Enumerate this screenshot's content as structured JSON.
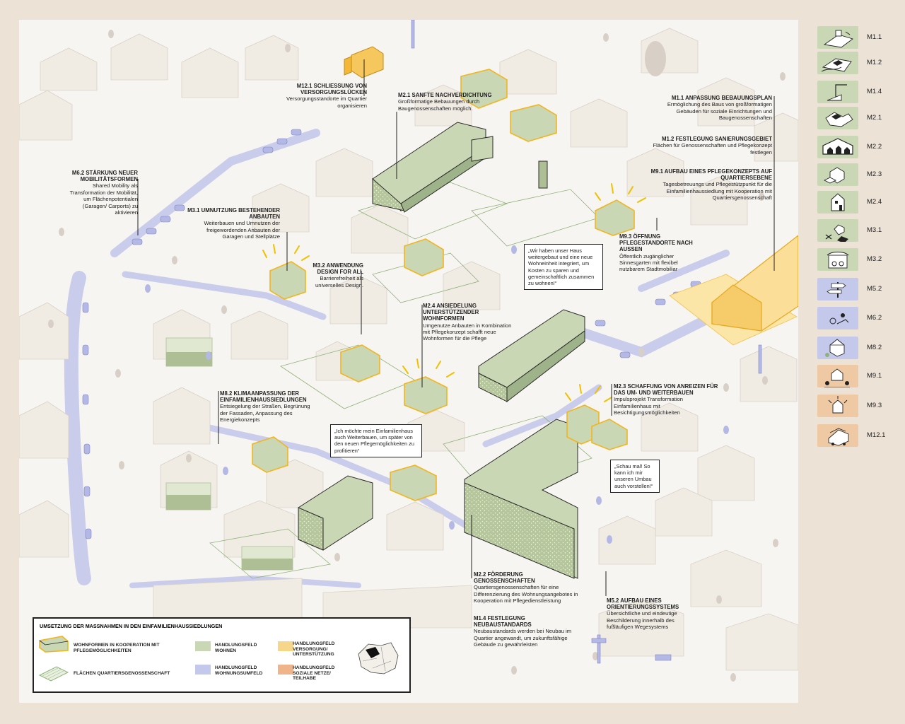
{
  "colors": {
    "background": "#ece3d6",
    "map_background": "#f7f5f1",
    "green": "#c9d7b4",
    "green_dark": "#9fb38a",
    "purple": "#c4c8ea",
    "yellow": "#f6d78a",
    "orange": "#efb48a",
    "outline_yellow": "#f2b51e"
  },
  "annotations": {
    "m12_1": {
      "title": "M12.1 SCHLIEßUNG VON VERSORGUNGSLÜCKEN",
      "body": "Versorgungsstandorte im Quartier organisieren"
    },
    "m2_1": {
      "title": "M2.1 SANFTE NACHVERDICHTUNG",
      "body": "Großformatige Bebauungen durch Baugenossenschaften möglich."
    },
    "m1_1": {
      "title": "M1.1 ANPASSUNG BEBAUUNGSPLAN",
      "body": "Ermöglichung des Baus von großformatigen Gebäuden für soziale Einrichtungen und Baugenossenschaften"
    },
    "m1_2": {
      "title": "M1.2 FESTLEGUNG SANIERUNGSGEBIET",
      "body": "Flächen für Genossenschaften und Pflegekonzept festlegen"
    },
    "m9_1": {
      "title": "M9.1 AUFBAU EINES PFLEGEKONZEPTS AUF QUARTIERSEBENE",
      "body": "Tagesbetreuungs und Pflegestützpunkt für die Einfamilienhaussiedlung mit Kooperation mit Quartiersgenossenschaft"
    },
    "m6_2": {
      "title": "M6.2 STÄRKUNG NEUER MOBILITÄTSFORMEN",
      "body": "Shared Mobility als Transformation der Mobilität, um Flächenpotentialen (Garagen/ Carports) zu aktivieren"
    },
    "m3_1": {
      "title": "M3.1 UMNUTZUNG BESTEHENDER ANBAUTEN",
      "body": "Weiterbauen und Umnutzen der freigewordenden Anbauten der Garagen und Stellplätze"
    },
    "m3_2": {
      "title": "M3.2 ANWENDUNG DESIGN FOR ALL",
      "body": "Barrierefreiheit als universelles Design."
    },
    "m9_3": {
      "title": "M9.3 ÖFFNUNG PFLEGESTANDORTE NACH AUSSEN",
      "body": "Öffentlich zugänglicher Sinnesgarten mit flexibel nutzbarem Stadtmobiliar"
    },
    "m2_4": {
      "title": "M2.4 ANSIEDELUNG UNTERSTÜTZENDER WOHNFORMEN",
      "body": "Umgenutze Anbauten in Kombination mit Pflegekonzept schafft neue Wohnformen für die Pflege"
    },
    "m8_2": {
      "title": "M8.2 KLIMAANPASSUNG DER EINFAMILIENHAUSSIEDLUNGEN",
      "body": "Entsiegelung der Straßen, Begrünung der Fassaden, Anpassung des Energiekonzepts"
    },
    "m2_3": {
      "title": "M2.3 SCHAFFUNG VON ANREIZEN FÜR DAS UM- UND WEITERBAUEN",
      "body": "Impulsprojekt Transformation Einfamilienhaus mit Besichtigungsmöglichkeiten"
    },
    "m2_2": {
      "title": "M2.2 FÖRDERUNG GENOSSENSCHAFTEN",
      "body": "Quartiersgenossenschaften für eine Differenzierung des Wohnungsangebotes in Kooperation mit Pflegedienstleistung"
    },
    "m1_4": {
      "title": "M1.4 FESTLEGUNG NEUBAUSTANDARDS",
      "body": "Neubaustandards werden bei Neubau im Quartier angewandt, um zukunftsfähige Gebäude zu gewährleisten"
    },
    "m5_2": {
      "title": "M5.2 AUFBAU EINES ORIENTIERUNGSSYSTEMS",
      "body": "Übersichtliche und eindeutige Beschilderung innerhalb des fußläufigen Wegesystems"
    }
  },
  "bubbles": {
    "b1": "„Wir haben unser Haus weitergebaut und eine neue Wohneinheit integriert, um Kosten zu sparen und gemeinschaftlich zusammen zu wohnen!“",
    "b2": "„Ich möchte mein Einfamilienhaus auch Weiterbauen, um später von den neuen Pflegemöglichkeiten zu profitieren“",
    "b3": "„Schau mal! So kann ich mir unseren Umbau auch vorstellen!“"
  },
  "sidebar": [
    {
      "label": "M1.1",
      "icon": "masterplan-icon",
      "color": "green"
    },
    {
      "label": "M1.2",
      "icon": "district-plan-icon",
      "color": "green"
    },
    {
      "label": "M1.4",
      "icon": "crane-icon",
      "color": "green"
    },
    {
      "label": "M2.1",
      "icon": "densification-icon",
      "color": "green"
    },
    {
      "label": "M2.2",
      "icon": "cooperative-icon",
      "color": "green"
    },
    {
      "label": "M2.3",
      "icon": "house-extension-icon",
      "color": "green"
    },
    {
      "label": "M2.4",
      "icon": "housing-form-icon",
      "color": "green"
    },
    {
      "label": "M3.1",
      "icon": "garage-conversion-icon",
      "color": "green"
    },
    {
      "label": "M3.2",
      "icon": "design-for-all-icon",
      "color": "green"
    },
    {
      "label": "M5.2",
      "icon": "signpost-icon",
      "color": "purple"
    },
    {
      "label": "M6.2",
      "icon": "shared-mobility-icon",
      "color": "purple"
    },
    {
      "label": "M8.2",
      "icon": "climate-house-icon",
      "color": "purple"
    },
    {
      "label": "M9.1",
      "icon": "care-concept-icon",
      "color": "orange"
    },
    {
      "label": "M9.3",
      "icon": "care-opening-icon",
      "color": "orange"
    },
    {
      "label": "M12.1",
      "icon": "supply-truck-icon",
      "color": "orange"
    }
  ],
  "legend": {
    "title": "UMSETZUNG DER MASSNAHMEN IN DEN EINFAMILIENHAUSSIEDLUNGEN",
    "items": [
      {
        "label": "WOHNFORMEN IN KOOPERATION MIT PFLEGEMÖGLICHKEITEN"
      },
      {
        "label": "FLÄCHEN QUARTIERSGENOSSENSCHAFT"
      },
      {
        "label": "HANDLUNGSFELD WOHNEN"
      },
      {
        "label": "HANDLUNGSFELD WOHNUNGSUMFELD"
      },
      {
        "label": "HANDLUNGSFELD VERSORGUNG/ UNTERSTÜTZUNG"
      },
      {
        "label": "HANDLUNGSFELD SOZIALE NETZE/ TEILHABE"
      }
    ]
  }
}
